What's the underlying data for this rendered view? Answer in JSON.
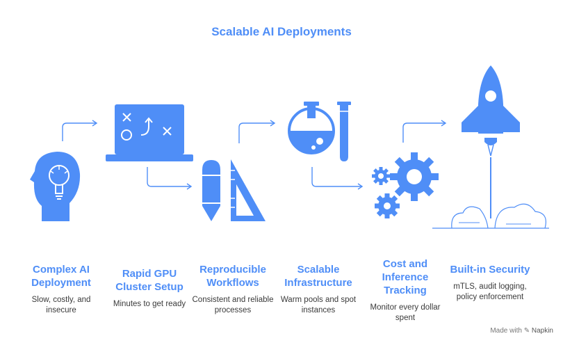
{
  "title": "Scalable AI Deployments",
  "accent_color": "#4f8ef7",
  "steps": [
    {
      "title": "Complex AI Deployment",
      "description": "Slow, costly, and insecure",
      "icon": "head-lightbulb-icon"
    },
    {
      "title": "Rapid GPU Cluster Setup",
      "description": "Minutes to get ready",
      "icon": "strategy-laptop-icon"
    },
    {
      "title": "Reproducible Workflows",
      "description": "Consistent and reliable processes",
      "icon": "pencil-ruler-icon"
    },
    {
      "title": "Scalable Infrastructure",
      "description": "Warm pools and spot instances",
      "icon": "lab-flask-icon"
    },
    {
      "title": "Cost and Inference Tracking",
      "description": "Monitor every dollar spent",
      "icon": "gears-icon"
    },
    {
      "title": "Built-in Security",
      "description": "mTLS, audit logging, policy enforcement",
      "icon": "rocket-icon"
    }
  ],
  "footer": {
    "prefix": "Made with",
    "brand": "Napkin"
  }
}
